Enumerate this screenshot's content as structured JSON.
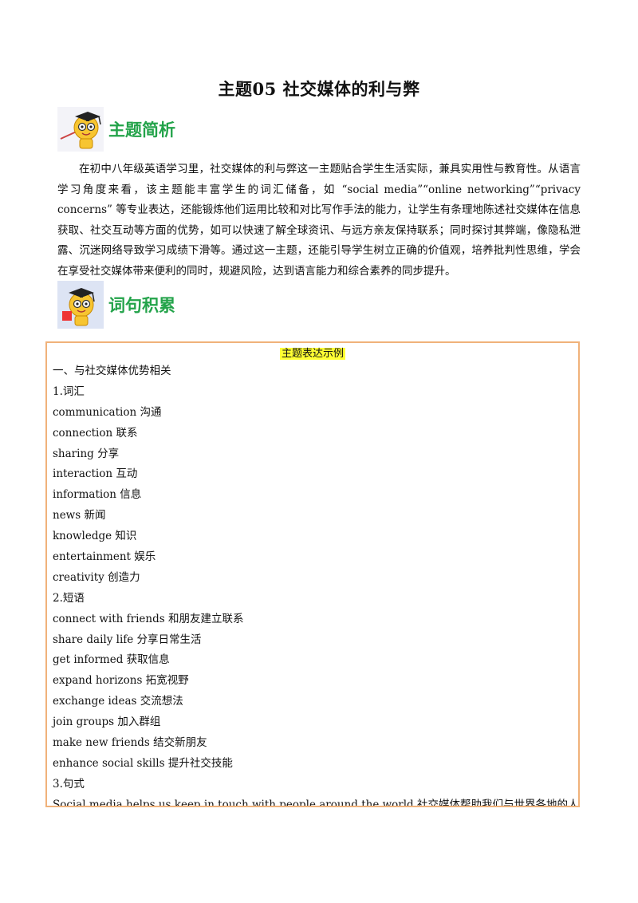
{
  "title": "主题05  社交媒体的利与弊",
  "section1": {
    "title": "主题简析",
    "icon": "graduate-mascot-icon"
  },
  "intro": "在初中八年级英语学习里，社交媒体的利与弊这一主题贴合学生生活实际，兼具实用性与教育性。从语言学习角度来看，该主题能丰富学生的词汇储备，如 “social media”“online networking”“privacy concerns” 等专业表达，还能锻炼他们运用比较和对比写作手法的能力，让学生有条理地陈述社交媒体在信息获取、社交互动等方面的优势，如可以快速了解全球资讯、与远方亲友保持联系；同时探讨其弊端，像隐私泄露、沉迷网络导致学习成绩下滑等。通过这一主题，还能引导学生树立正确的价值观，培养批判性思维，学会在享受社交媒体带来便利的同时，规避风险，达到语言能力和综合素养的同步提升。",
  "section2": {
    "title": "词句积累",
    "icon": "graduate-mascot-icon"
  },
  "box": {
    "header": "主题表达示例",
    "lines": [
      "一、与社交媒体优势相关",
      "1.词汇",
      "communication 沟通",
      "connection 联系",
      "sharing 分享",
      "interaction 互动",
      "information 信息",
      "news 新闻",
      "knowledge 知识",
      "entertainment 娱乐",
      "creativity 创造力",
      "2.短语",
      "connect with friends 和朋友建立联系",
      "share daily life 分享日常生活",
      "get informed 获取信息",
      "expand horizons 拓宽视野",
      "exchange ideas 交流想法",
      "join groups 加入群组",
      "make new friends 结交新朋友",
      "enhance social skills 提升社交技能",
      "3.句式",
      "Social media helps us keep in touch with people around the world.社交媒体帮助我们与世界各地的人保持联"
    ]
  }
}
